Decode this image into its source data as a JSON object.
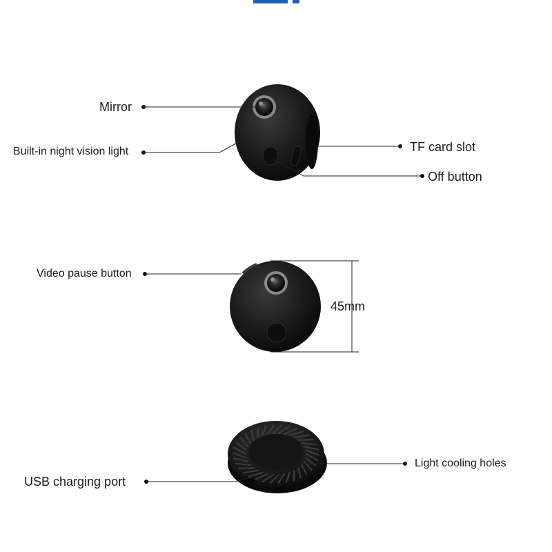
{
  "labels": {
    "mirror": "Mirror",
    "night_vision": "Built-in night vision light",
    "tf_card": "TF card slot",
    "off_button": "Off button",
    "video_pause": "Video pause button",
    "dimension": "45mm",
    "usb_port": "USB charging port",
    "cooling_holes": "Light cooling holes"
  },
  "colors": {
    "accent": "#1f5fb5",
    "device_body": "#151515",
    "line": "#222222"
  }
}
